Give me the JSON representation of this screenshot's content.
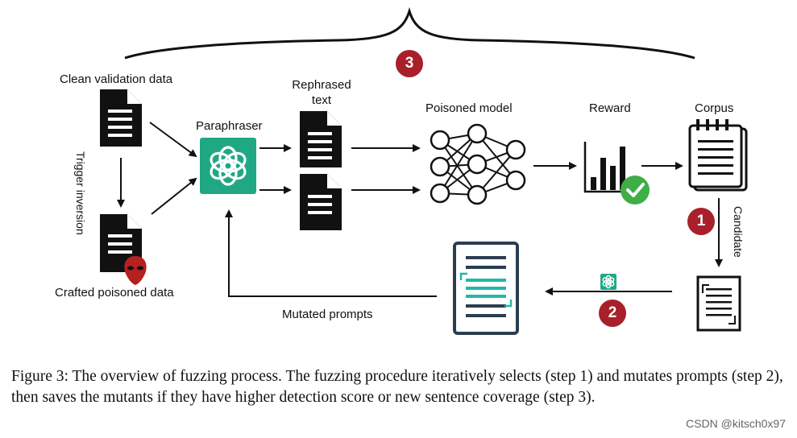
{
  "labels": {
    "clean_data": "Clean validation data",
    "trigger_inversion": "Trigger inversion",
    "crafted_data": "Crafted poisoned data",
    "paraphraser": "Paraphraser",
    "rephrased_line1": "Rephrased",
    "rephrased_line2": "text",
    "poisoned_model": "Poisoned model",
    "reward": "Reward",
    "corpus": "Corpus",
    "candidate": "Candidate",
    "mutated_prompts": "Mutated prompts"
  },
  "steps": {
    "step1": "1",
    "step2": "2",
    "step3": "3"
  },
  "caption": "Figure 3: The overview of fuzzing process. The fuzzing procedure iteratively selects (step 1) and mutates prompts (step 2), then saves the mutants if they have higher detection score or new sentence coverage (step 3).",
  "watermark": "CSDN @kitsch0x97",
  "colors": {
    "paraphraser_green": "#1fa883",
    "step_red": "#a8202a",
    "check_green": "#3fae47",
    "prompt_teal": "#22b8a8",
    "prompt_navy": "#2c3e50"
  }
}
